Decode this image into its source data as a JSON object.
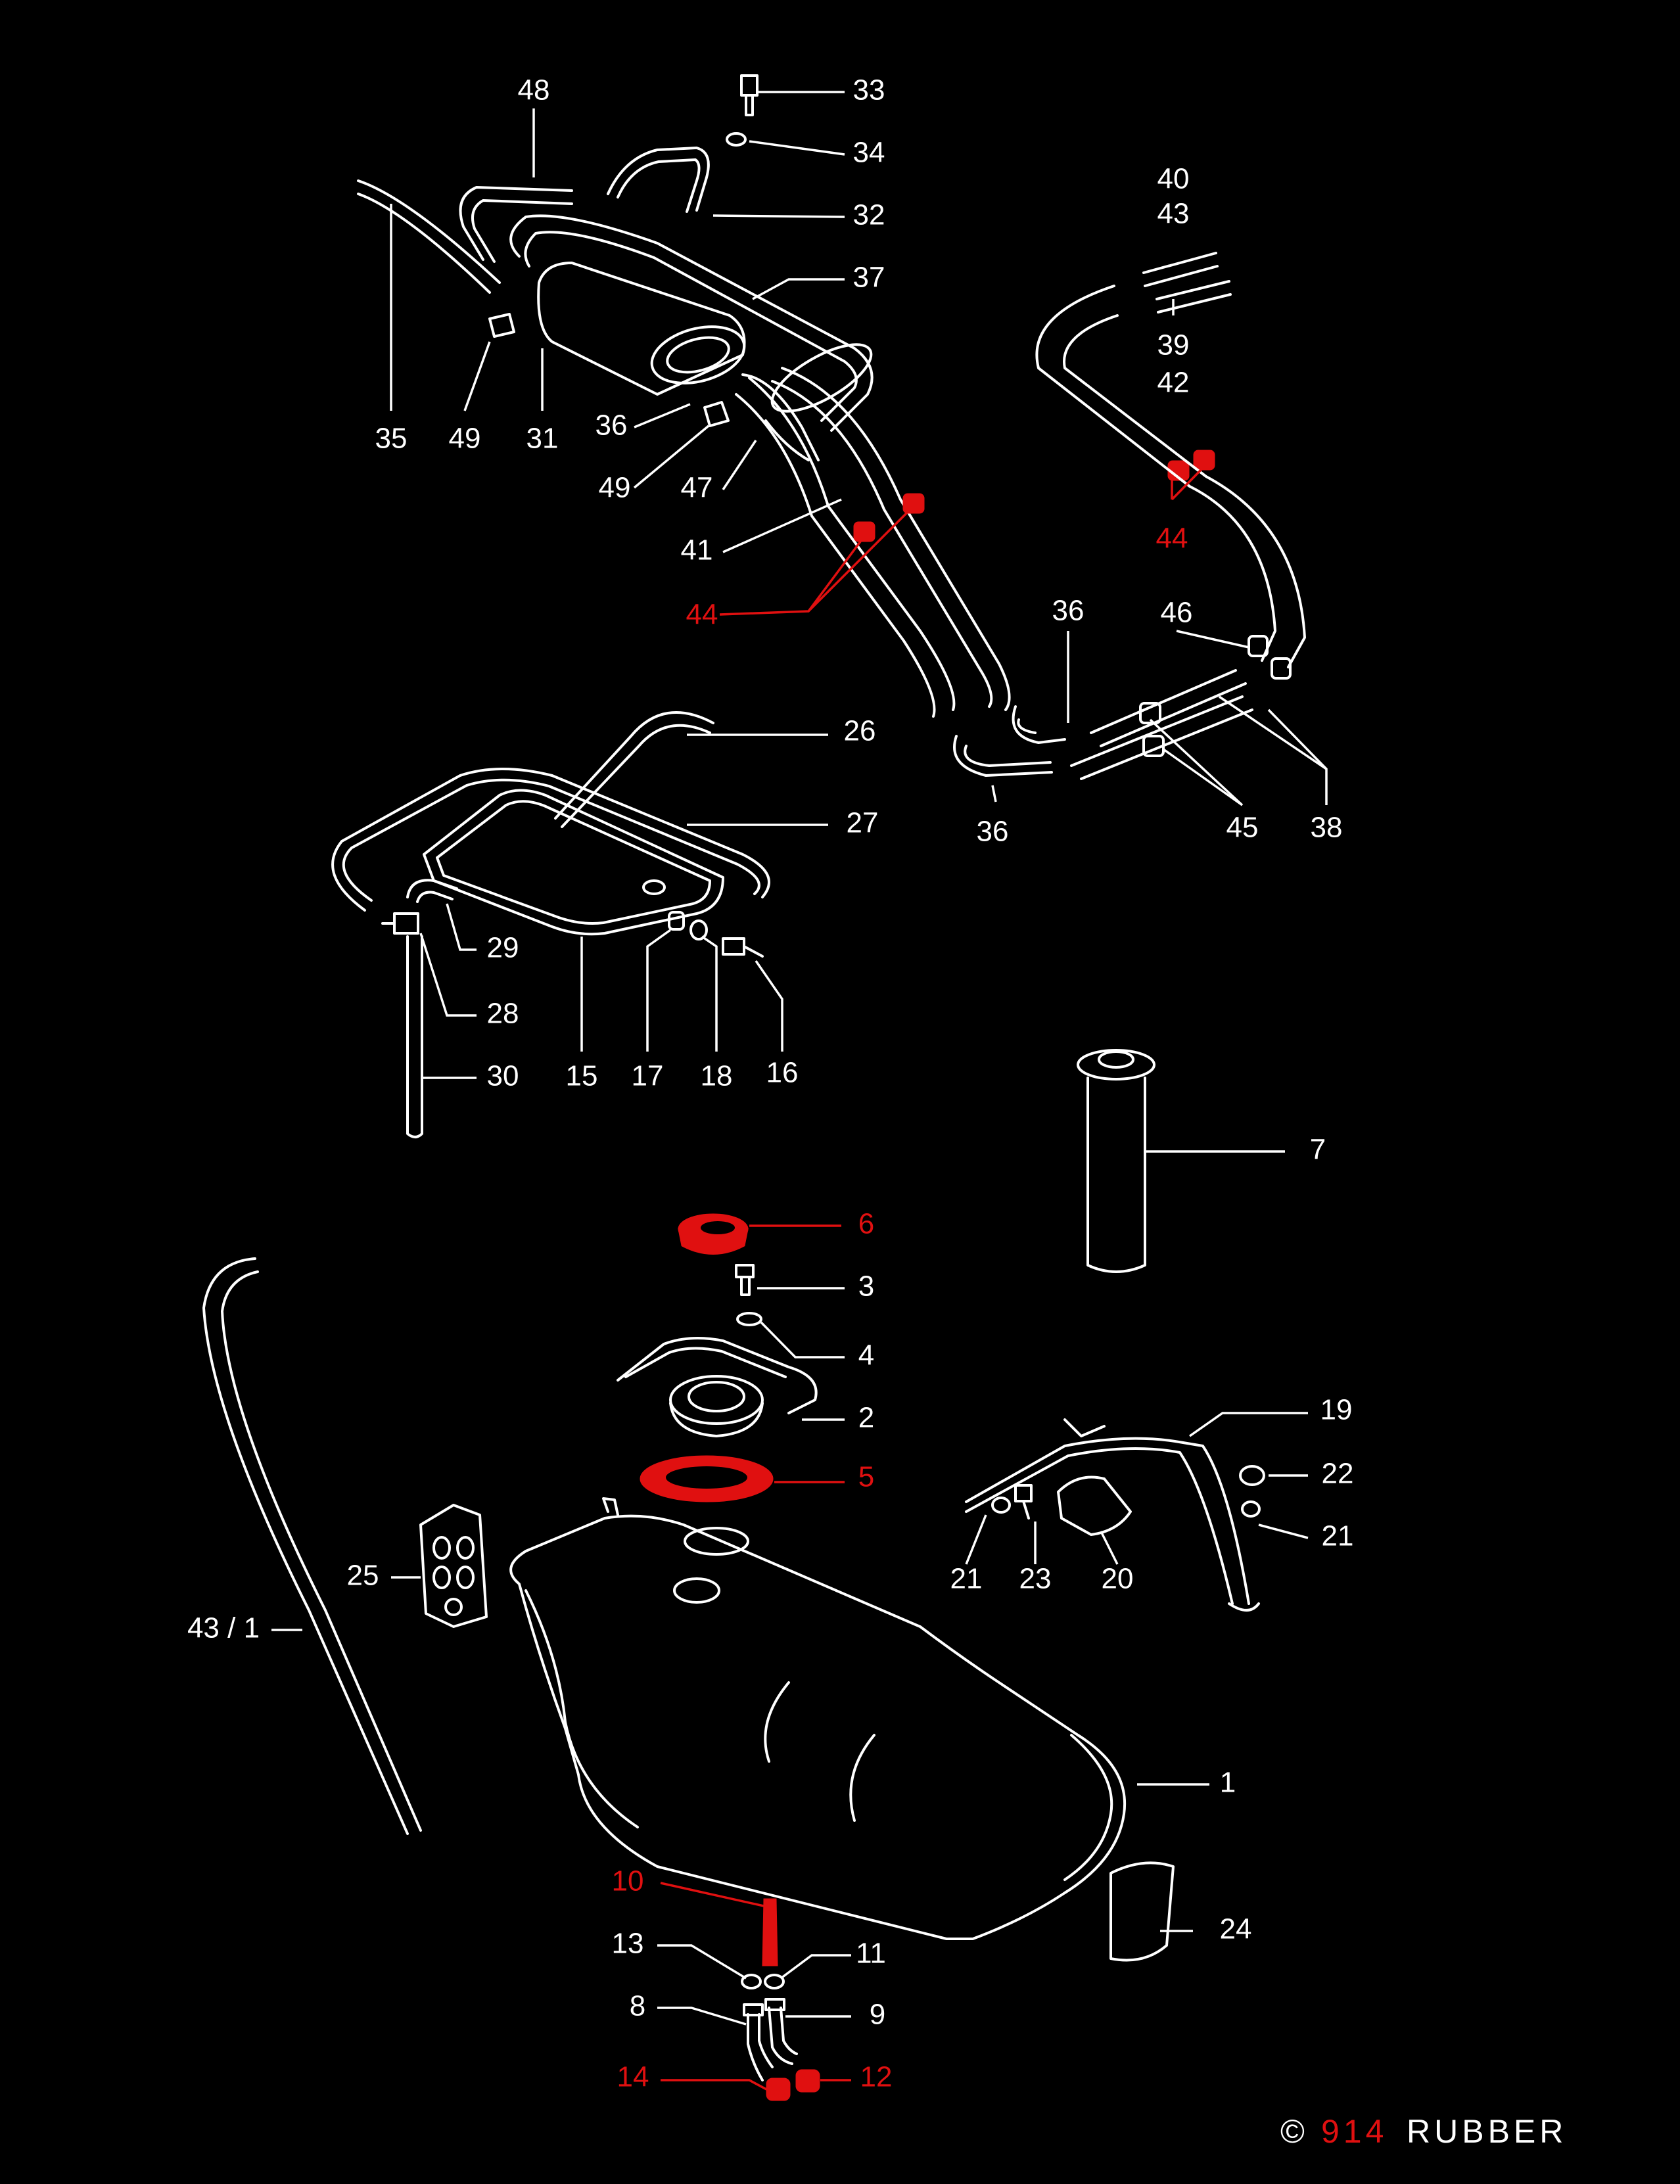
{
  "colors": {
    "background": "#000000",
    "lines": "#ffffff",
    "highlight": "#e01010"
  },
  "labels": [
    {
      "id": "l48",
      "text": "48",
      "hl": false
    },
    {
      "id": "l33",
      "text": "33",
      "hl": false
    },
    {
      "id": "l34",
      "text": "34",
      "hl": false
    },
    {
      "id": "l32",
      "text": "32",
      "hl": false
    },
    {
      "id": "l37",
      "text": "37",
      "hl": false
    },
    {
      "id": "l40",
      "text": "40",
      "hl": false
    },
    {
      "id": "l43a",
      "text": "43",
      "hl": false
    },
    {
      "id": "l39",
      "text": "39",
      "hl": false
    },
    {
      "id": "l42",
      "text": "42",
      "hl": false
    },
    {
      "id": "l35",
      "text": "35",
      "hl": false
    },
    {
      "id": "l49a",
      "text": "49",
      "hl": false
    },
    {
      "id": "l31",
      "text": "31",
      "hl": false
    },
    {
      "id": "l36a",
      "text": "36",
      "hl": false
    },
    {
      "id": "l49b",
      "text": "49",
      "hl": false
    },
    {
      "id": "l47",
      "text": "47",
      "hl": false
    },
    {
      "id": "l41",
      "text": "41",
      "hl": false
    },
    {
      "id": "l44a",
      "text": "44",
      "hl": true
    },
    {
      "id": "l44b",
      "text": "44",
      "hl": true
    },
    {
      "id": "l36b",
      "text": "36",
      "hl": false
    },
    {
      "id": "l46",
      "text": "46",
      "hl": false
    },
    {
      "id": "l36c",
      "text": "36",
      "hl": false
    },
    {
      "id": "l45",
      "text": "45",
      "hl": false
    },
    {
      "id": "l38",
      "text": "38",
      "hl": false
    },
    {
      "id": "l26",
      "text": "26",
      "hl": false
    },
    {
      "id": "l27",
      "text": "27",
      "hl": false
    },
    {
      "id": "l29",
      "text": "29",
      "hl": false
    },
    {
      "id": "l28",
      "text": "28",
      "hl": false
    },
    {
      "id": "l30",
      "text": "30",
      "hl": false
    },
    {
      "id": "l15",
      "text": "15",
      "hl": false
    },
    {
      "id": "l17",
      "text": "17",
      "hl": false
    },
    {
      "id": "l18",
      "text": "18",
      "hl": false
    },
    {
      "id": "l16",
      "text": "16",
      "hl": false
    },
    {
      "id": "l7",
      "text": "7",
      "hl": false
    },
    {
      "id": "l6",
      "text": "6",
      "hl": true
    },
    {
      "id": "l3",
      "text": "3",
      "hl": false
    },
    {
      "id": "l4",
      "text": "4",
      "hl": false
    },
    {
      "id": "l2",
      "text": "2",
      "hl": false
    },
    {
      "id": "l5",
      "text": "5",
      "hl": true
    },
    {
      "id": "l19",
      "text": "19",
      "hl": false
    },
    {
      "id": "l22",
      "text": "22",
      "hl": false
    },
    {
      "id": "l21a",
      "text": "21",
      "hl": false
    },
    {
      "id": "l21b",
      "text": "21",
      "hl": false
    },
    {
      "id": "l23",
      "text": "23",
      "hl": false
    },
    {
      "id": "l20",
      "text": "20",
      "hl": false
    },
    {
      "id": "l25",
      "text": "25",
      "hl": false
    },
    {
      "id": "l43b",
      "text": "43 / 1",
      "hl": false
    },
    {
      "id": "l1",
      "text": "1",
      "hl": false
    },
    {
      "id": "l10",
      "text": "10",
      "hl": true
    },
    {
      "id": "l13",
      "text": "13",
      "hl": false
    },
    {
      "id": "l11",
      "text": "11",
      "hl": false
    },
    {
      "id": "l8",
      "text": "8",
      "hl": false
    },
    {
      "id": "l9",
      "text": "9",
      "hl": false
    },
    {
      "id": "l14",
      "text": "14",
      "hl": true
    },
    {
      "id": "l12",
      "text": "12",
      "hl": true
    },
    {
      "id": "l24",
      "text": "24",
      "hl": false
    }
  ],
  "watermark": {
    "symbol": "©",
    "number": "914",
    "brand": "RUBBER"
  }
}
